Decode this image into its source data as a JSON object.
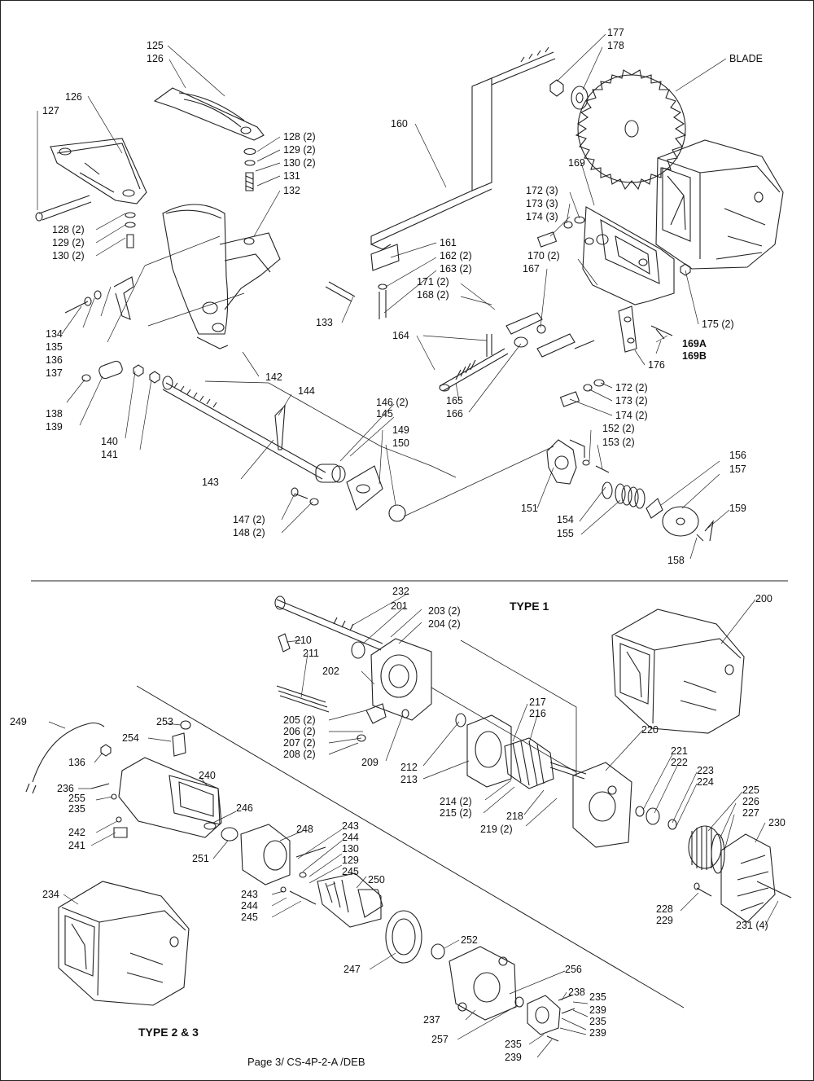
{
  "labels": {
    "l125": "125",
    "l126a": "126",
    "l126b": "126",
    "l127": "127",
    "l128a": "128 (2)",
    "l129a": "129 (2)",
    "l130a": "130 (2)",
    "l131": "131",
    "l132": "132",
    "l128b": "128 (2)",
    "l129b": "129 (2)",
    "l130b": "130 (2)",
    "l134": "134",
    "l135": "135",
    "l136": "136",
    "l137": "137",
    "l138": "138",
    "l139": "139",
    "l140": "140",
    "l141": "141",
    "l133": "133",
    "l142": "142",
    "l143": "143",
    "l144": "144",
    "l145": "145",
    "l146": "146 (2)",
    "l147": "147 (2)",
    "l148": "148 (2)",
    "l149": "149",
    "l150": "150",
    "l160": "160",
    "l161": "161",
    "l162": "162 (2)",
    "l163": "163 (2)",
    "l171": "171 (2)",
    "l168": "168 (2)",
    "l164": "164",
    "l165": "165",
    "l166": "166",
    "l167": "167",
    "l170": "170 (2)",
    "l169": "169",
    "l172a": "172 (3)",
    "l173a": "173 (3)",
    "l174a": "174 (3)",
    "l175": "175 (2)",
    "l169a": "169A",
    "l169b": "169B",
    "l176": "176",
    "l172b": "172 (2)",
    "l173b": "173 (2)",
    "l174b": "174 (2)",
    "l177": "177",
    "l178": "178",
    "lblade": "BLADE",
    "l151": "151",
    "l152": "152 (2)",
    "l153": "153 (2)",
    "l154": "154",
    "l155": "155",
    "l156": "156",
    "l157": "157",
    "l158": "158",
    "l159": "159",
    "l232": "232",
    "l201": "201",
    "l203": "203 (2)",
    "l204": "204 (2)",
    "l200": "200",
    "l210": "210",
    "l211": "211",
    "l202": "202",
    "l205": "205 (2)",
    "l206": "206 (2)",
    "l207": "207 (2)",
    "l208": "208 (2)",
    "l209": "209",
    "l212": "212",
    "l213": "213",
    "l217": "217",
    "l216": "216",
    "l214": "214 (2)",
    "l215": "215 (2)",
    "l218": "218",
    "l219": "219 (2)",
    "l220": "220",
    "l221": "221",
    "l222": "222",
    "l223": "223",
    "l224": "224",
    "l225": "225",
    "l226": "226",
    "l227": "227",
    "l230": "230",
    "l228": "228",
    "l229": "229",
    "l231": "231 (4)",
    "l249": "249",
    "l253": "253",
    "l254": "254",
    "l136b": "136",
    "l236": "236",
    "l255": "255",
    "l235a": "235",
    "l240": "240",
    "l246": "246",
    "l242": "242",
    "l241": "241",
    "l248": "248",
    "l243a": "243",
    "l244a": "244",
    "l130c": "130",
    "l129c": "129",
    "l245a": "245",
    "l250": "250",
    "l251": "251",
    "l243b": "243",
    "l244b": "244",
    "l245b": "245",
    "l234": "234",
    "l247": "247",
    "l252": "252",
    "l256": "256",
    "l238": "238",
    "l235b": "235",
    "l239a": "239",
    "l235c": "235",
    "l239b": "239",
    "l237": "237",
    "l257": "257",
    "l235d": "235",
    "l239c": "239"
  },
  "type1_title": "TYPE 1",
  "type23_title": "TYPE 2 & 3",
  "footer": "Page 3/ CS-4P-2-A /DEB"
}
